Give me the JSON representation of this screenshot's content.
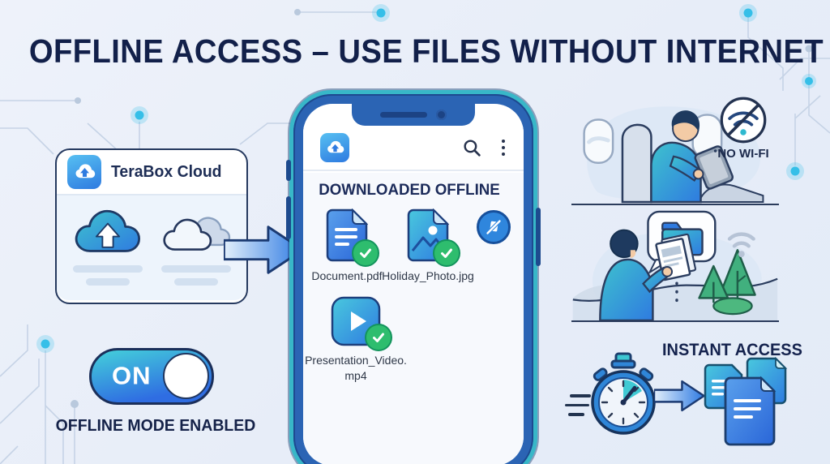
{
  "title": "OFFLINE ACCESS – USE FILES WITHOUT INTERNET",
  "cloud_card": {
    "app_name": "TeraBox Cloud",
    "logo_icon": "terabox-cloud-logo",
    "clouds": [
      "cloud-upload-icon",
      "cloud-outline-icon"
    ]
  },
  "toggle": {
    "state_label": "ON",
    "state": "on",
    "caption": "OFFLINE MODE ENABLED"
  },
  "phone": {
    "section_title": "DOWNLOADED OFFLINE",
    "appbar_icons": [
      "terabox-logo",
      "search-icon",
      "kebab-menu-icon"
    ],
    "files": [
      {
        "name": "Document.pdf",
        "type": "pdf",
        "status": "downloaded"
      },
      {
        "name": "Holiday_Photo.jpg",
        "type": "image",
        "status": "downloaded"
      },
      {
        "name": "Presentation_Video.mp4",
        "type": "video",
        "status": "downloaded"
      }
    ],
    "offline_badge_icon": "sync-disabled-icon"
  },
  "scenes": {
    "airplane": {
      "badge_label": "NO WI-FI",
      "badge_icon": "wifi-slash-icon"
    },
    "outdoor": {
      "icons": [
        "folder-icon",
        "wifi-faded-icon"
      ]
    },
    "instant": {
      "heading": "INSTANT ACCESS",
      "icons": [
        "stopwatch-icon",
        "arrow-right-icon",
        "documents-stack-icon"
      ]
    }
  },
  "colors": {
    "background": "#e9eff9",
    "title_navy": "#12204a",
    "phone_bezel_blue": "#2b64b4",
    "phone_edge_teal": "#38b7c8",
    "accent_blue": "#2f7be0",
    "accent_teal": "#3ec9d6",
    "check_green": "#2ebd6e",
    "badge_blue": "#2f86dd",
    "tree_green": "#41b07e"
  }
}
